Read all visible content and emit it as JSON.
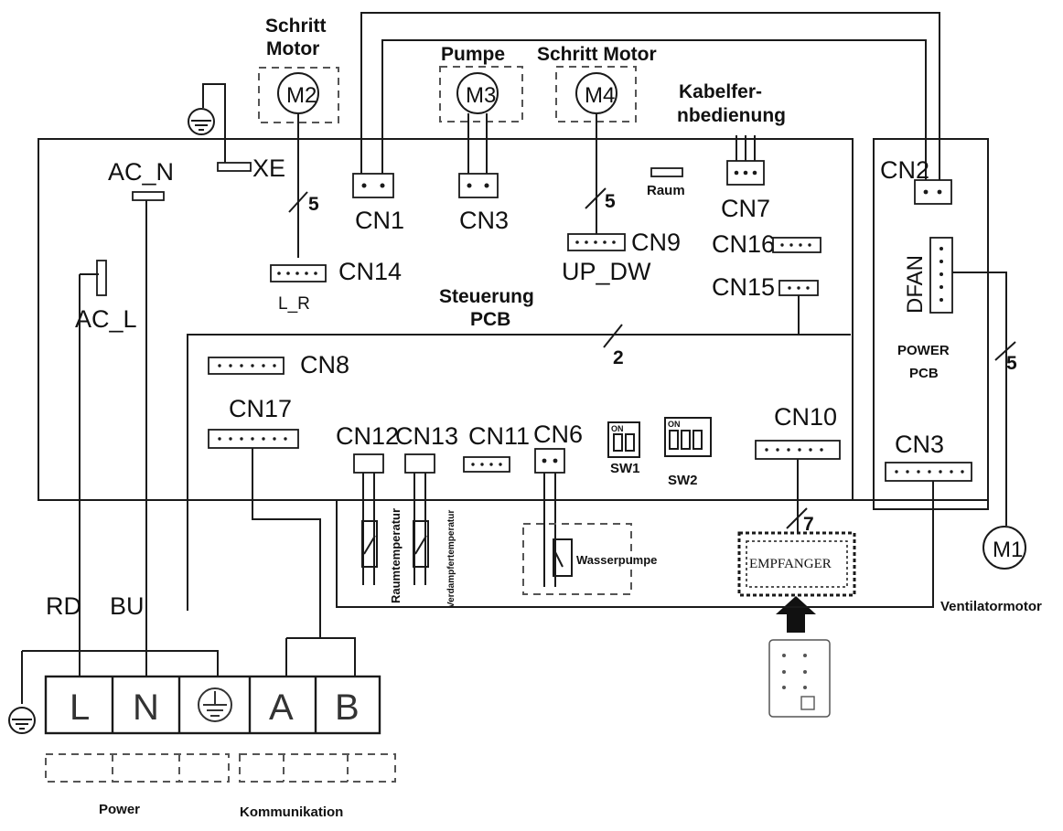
{
  "motors": {
    "m2": {
      "label": "M2",
      "title_line1": "Schritt",
      "title_line2": "Motor"
    },
    "m3": {
      "label": "M3",
      "title": "Pumpe"
    },
    "m4": {
      "label": "M4",
      "title": "Schritt Motor"
    },
    "m1": {
      "label": "M1",
      "title": "Ventilatormotor"
    }
  },
  "labels": {
    "ac_n": "AC_N",
    "ac_l": "AC_L",
    "xe": "XE",
    "raum": "Raum",
    "kabel_line1": "Kabelfer-",
    "kabel_line2": "nbedienung",
    "steuerung_line1": "Steuerung",
    "steuerung_line2": "PCB",
    "power_pcb_line1": "POWER",
    "power_pcb_line2": "PCB",
    "dfan": "DFAN",
    "up_dw": "UP_DW",
    "l_r": "L_R",
    "rd": "RD",
    "bu": "BU",
    "raumtemperatur": "Raumtemperatur",
    "verdampfertemperatur": "Verdampfertemperatur",
    "wasserpumpe": "Wasserpumpe",
    "empfanger": "EMPFANGER",
    "power": "Power",
    "kommunikation": "Kommunikation",
    "sw1": "SW1",
    "sw2": "SW2",
    "on": "ON"
  },
  "wire_counts": {
    "cn14": "5",
    "cn9": "5",
    "cn15": "2",
    "cn10": "7",
    "dfan": "5"
  },
  "connectors": {
    "cn1": "CN1",
    "cn2": "CN2",
    "cn3": "CN3",
    "cn3_power": "CN3",
    "cn6": "CN6",
    "cn7": "CN7",
    "cn8": "CN8",
    "cn9": "CN9",
    "cn10": "CN10",
    "cn11": "CN11",
    "cn12": "CN12",
    "cn13": "CN13",
    "cn14": "CN14",
    "cn15": "CN15",
    "cn16": "CN16",
    "cn17": "CN17"
  },
  "terminals": [
    "L",
    "N",
    "⏚",
    "A",
    "B"
  ]
}
